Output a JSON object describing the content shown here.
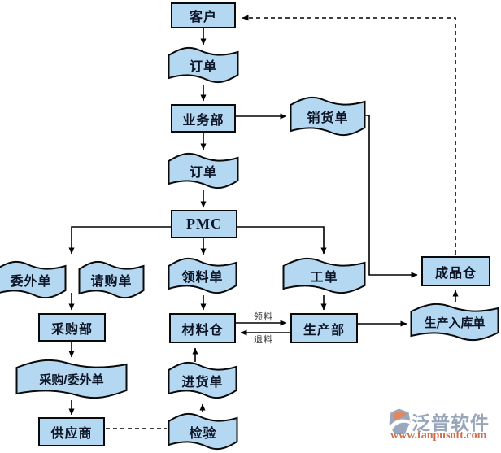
{
  "diagram": {
    "nodes": {
      "customer": {
        "label": "客户"
      },
      "order1": {
        "label": "订单"
      },
      "sales_dept": {
        "label": "业务部"
      },
      "sales_order": {
        "label": "销货单"
      },
      "order2": {
        "label": "订单"
      },
      "pmc": {
        "label": "PMC"
      },
      "outsourcing_order": {
        "label": "委外单"
      },
      "purchase_requisition": {
        "label": "请购单"
      },
      "material_requisition": {
        "label": "领料单"
      },
      "work_order": {
        "label": "工单"
      },
      "finished_goods_warehouse": {
        "label": "成品仓"
      },
      "purchasing_dept": {
        "label": "采购部"
      },
      "material_warehouse": {
        "label": "材料仓"
      },
      "production_dept": {
        "label": "生产部"
      },
      "production_inbound_order": {
        "label": "生产入库单"
      },
      "purchase_outsourcing_order": {
        "label": "采购/委外单"
      },
      "incoming_order": {
        "label": "进货单"
      },
      "supplier": {
        "label": "供应商"
      },
      "inspection": {
        "label": "检验"
      }
    },
    "edge_labels": {
      "pick_material": "领料",
      "return_material": "退料"
    }
  },
  "watermark": {
    "brand": "泛普软件",
    "url": "www.fanpusoft.com"
  },
  "colors": {
    "node_fill": "#b5d8f2",
    "node_border": "#0a0a0a",
    "line": "#000000",
    "brand_text": "#98a6bb",
    "brand_url": "#cc6f4f"
  }
}
